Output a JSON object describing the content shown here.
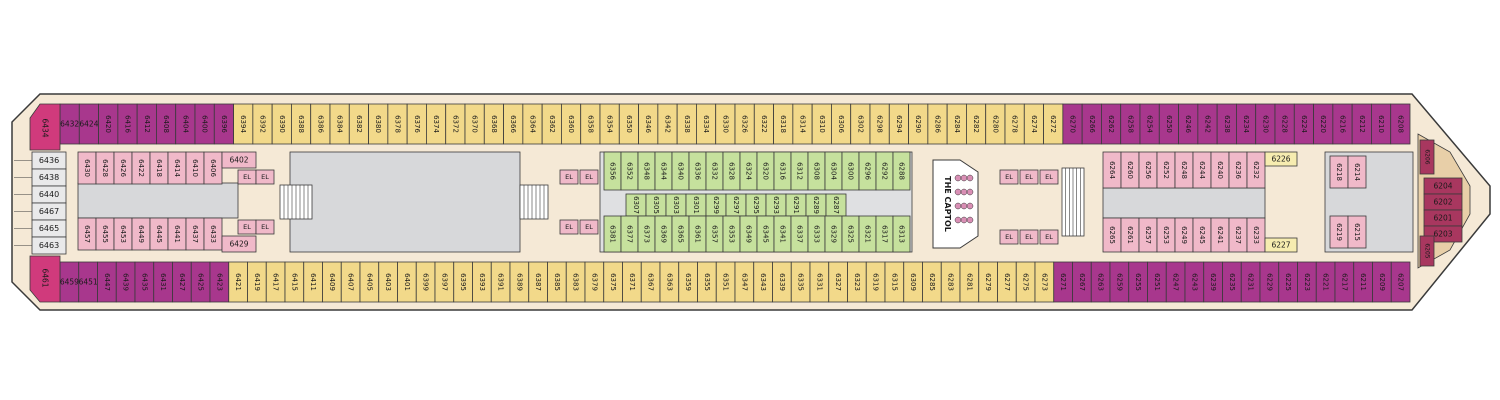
{
  "colors": {
    "hull": "#f5e9d6",
    "outline": "#3a3a3a",
    "suite": "#a8378d",
    "balcony": "#f2d98a",
    "interior": "#f0b9c9",
    "oceanview_mid": "#c6e19d",
    "bow_suite": "#a8375f",
    "service": "#dfe0e2",
    "gray_block": "#d7d8da",
    "aft_label": "#e9e9ea",
    "elevator": "#f0b9c9"
  },
  "venue": {
    "name": "THE CAPTOL"
  },
  "elevator_label": "EL",
  "rows": {
    "top": [
      {
        "label": "6432",
        "kind": "suite"
      },
      {
        "label": "6424",
        "kind": "suite"
      },
      {
        "label": "6420",
        "kind": "suite"
      },
      {
        "label": "6416",
        "kind": "suite"
      },
      {
        "label": "6412",
        "kind": "suite"
      },
      {
        "label": "6408",
        "kind": "suite"
      },
      {
        "label": "6404",
        "kind": "suite"
      },
      {
        "label": "6400",
        "kind": "suite"
      },
      {
        "label": "6396",
        "kind": "suite"
      },
      {
        "label": "6394",
        "kind": "balcony"
      },
      {
        "label": "6392",
        "kind": "balcony"
      },
      {
        "label": "6390",
        "kind": "balcony"
      },
      {
        "label": "6388",
        "kind": "balcony"
      },
      {
        "label": "6386",
        "kind": "balcony"
      },
      {
        "label": "6384",
        "kind": "balcony"
      },
      {
        "label": "6382",
        "kind": "balcony"
      },
      {
        "label": "6380",
        "kind": "balcony"
      },
      {
        "label": "6378",
        "kind": "balcony"
      },
      {
        "label": "6376",
        "kind": "balcony"
      },
      {
        "label": "6374",
        "kind": "balcony"
      },
      {
        "label": "6372",
        "kind": "balcony"
      },
      {
        "label": "6370",
        "kind": "balcony"
      },
      {
        "label": "6368",
        "kind": "balcony"
      },
      {
        "label": "6366",
        "kind": "balcony"
      },
      {
        "label": "6364",
        "kind": "balcony"
      },
      {
        "label": "6362",
        "kind": "balcony"
      },
      {
        "label": "6360",
        "kind": "balcony"
      },
      {
        "label": "6358",
        "kind": "balcony"
      },
      {
        "label": "6354",
        "kind": "balcony"
      },
      {
        "label": "6350",
        "kind": "balcony"
      },
      {
        "label": "6346",
        "kind": "balcony"
      },
      {
        "label": "6342",
        "kind": "balcony"
      },
      {
        "label": "6338",
        "kind": "balcony"
      },
      {
        "label": "6334",
        "kind": "balcony"
      },
      {
        "label": "6330",
        "kind": "balcony"
      },
      {
        "label": "6326",
        "kind": "balcony"
      },
      {
        "label": "6322",
        "kind": "balcony"
      },
      {
        "label": "6318",
        "kind": "balcony"
      },
      {
        "label": "6314",
        "kind": "balcony"
      },
      {
        "label": "6310",
        "kind": "balcony"
      },
      {
        "label": "6306",
        "kind": "balcony"
      },
      {
        "label": "6302",
        "kind": "balcony"
      },
      {
        "label": "6298",
        "kind": "balcony"
      },
      {
        "label": "6294",
        "kind": "balcony"
      },
      {
        "label": "6290",
        "kind": "balcony"
      },
      {
        "label": "6286",
        "kind": "balcony"
      },
      {
        "label": "6284",
        "kind": "balcony"
      },
      {
        "label": "6282",
        "kind": "balcony"
      },
      {
        "label": "6280",
        "kind": "balcony"
      },
      {
        "label": "6278",
        "kind": "balcony"
      },
      {
        "label": "6274",
        "kind": "balcony"
      },
      {
        "label": "6272",
        "kind": "balcony"
      },
      {
        "label": "6270",
        "kind": "suite"
      },
      {
        "label": "6266",
        "kind": "suite"
      },
      {
        "label": "6262",
        "kind": "suite"
      },
      {
        "label": "6258",
        "kind": "suite"
      },
      {
        "label": "6254",
        "kind": "suite"
      },
      {
        "label": "6250",
        "kind": "suite"
      },
      {
        "label": "6246",
        "kind": "suite"
      },
      {
        "label": "6242",
        "kind": "suite"
      },
      {
        "label": "6238",
        "kind": "suite"
      },
      {
        "label": "6234",
        "kind": "suite"
      },
      {
        "label": "6230",
        "kind": "suite"
      },
      {
        "label": "6228",
        "kind": "suite"
      },
      {
        "label": "6224",
        "kind": "suite"
      },
      {
        "label": "6220",
        "kind": "suite"
      },
      {
        "label": "6216",
        "kind": "suite"
      },
      {
        "label": "6212",
        "kind": "suite"
      },
      {
        "label": "6210",
        "kind": "suite"
      },
      {
        "label": "6208",
        "kind": "suite"
      }
    ],
    "bottom": [
      {
        "label": "6459",
        "kind": "suite"
      },
      {
        "label": "6451",
        "kind": "suite"
      },
      {
        "label": "6447",
        "kind": "suite"
      },
      {
        "label": "6439",
        "kind": "suite"
      },
      {
        "label": "6435",
        "kind": "suite"
      },
      {
        "label": "6431",
        "kind": "suite"
      },
      {
        "label": "6427",
        "kind": "suite"
      },
      {
        "label": "6425",
        "kind": "suite"
      },
      {
        "label": "6423",
        "kind": "suite"
      },
      {
        "label": "6421",
        "kind": "balcony"
      },
      {
        "label": "6419",
        "kind": "balcony"
      },
      {
        "label": "6417",
        "kind": "balcony"
      },
      {
        "label": "6415",
        "kind": "balcony"
      },
      {
        "label": "6411",
        "kind": "balcony"
      },
      {
        "label": "6409",
        "kind": "balcony"
      },
      {
        "label": "6407",
        "kind": "balcony"
      },
      {
        "label": "6405",
        "kind": "balcony"
      },
      {
        "label": "6403",
        "kind": "balcony"
      },
      {
        "label": "6401",
        "kind": "balcony"
      },
      {
        "label": "6399",
        "kind": "balcony"
      },
      {
        "label": "6397",
        "kind": "balcony"
      },
      {
        "label": "6395",
        "kind": "balcony"
      },
      {
        "label": "6393",
        "kind": "balcony"
      },
      {
        "label": "6391",
        "kind": "balcony"
      },
      {
        "label": "6389",
        "kind": "balcony"
      },
      {
        "label": "6387",
        "kind": "balcony"
      },
      {
        "label": "6385",
        "kind": "balcony"
      },
      {
        "label": "6383",
        "kind": "balcony"
      },
      {
        "label": "6379",
        "kind": "balcony"
      },
      {
        "label": "6375",
        "kind": "balcony"
      },
      {
        "label": "6371",
        "kind": "balcony"
      },
      {
        "label": "6367",
        "kind": "balcony"
      },
      {
        "label": "6363",
        "kind": "balcony"
      },
      {
        "label": "6359",
        "kind": "balcony"
      },
      {
        "label": "6355",
        "kind": "balcony"
      },
      {
        "label": "6351",
        "kind": "balcony"
      },
      {
        "label": "6347",
        "kind": "balcony"
      },
      {
        "label": "6343",
        "kind": "balcony"
      },
      {
        "label": "6339",
        "kind": "balcony"
      },
      {
        "label": "6335",
        "kind": "balcony"
      },
      {
        "label": "6331",
        "kind": "balcony"
      },
      {
        "label": "6327",
        "kind": "balcony"
      },
      {
        "label": "6323",
        "kind": "balcony"
      },
      {
        "label": "6319",
        "kind": "balcony"
      },
      {
        "label": "6315",
        "kind": "balcony"
      },
      {
        "label": "6309",
        "kind": "balcony"
      },
      {
        "label": "6285",
        "kind": "balcony"
      },
      {
        "label": "6283",
        "kind": "balcony"
      },
      {
        "label": "6281",
        "kind": "balcony"
      },
      {
        "label": "6279",
        "kind": "balcony"
      },
      {
        "label": "6277",
        "kind": "balcony"
      },
      {
        "label": "6275",
        "kind": "balcony"
      },
      {
        "label": "6273",
        "kind": "balcony"
      },
      {
        "label": "6271",
        "kind": "suite"
      },
      {
        "label": "6267",
        "kind": "suite"
      },
      {
        "label": "6263",
        "kind": "suite"
      },
      {
        "label": "6259",
        "kind": "suite"
      },
      {
        "label": "6255",
        "kind": "suite"
      },
      {
        "label": "6251",
        "kind": "suite"
      },
      {
        "label": "6247",
        "kind": "suite"
      },
      {
        "label": "6243",
        "kind": "suite"
      },
      {
        "label": "6239",
        "kind": "suite"
      },
      {
        "label": "6235",
        "kind": "suite"
      },
      {
        "label": "6231",
        "kind": "suite"
      },
      {
        "label": "6229",
        "kind": "suite"
      },
      {
        "label": "6225",
        "kind": "suite"
      },
      {
        "label": "6223",
        "kind": "suite"
      },
      {
        "label": "6221",
        "kind": "suite"
      },
      {
        "label": "6217",
        "kind": "suite"
      },
      {
        "label": "6211",
        "kind": "suite"
      },
      {
        "label": "6209",
        "kind": "suite"
      },
      {
        "label": "6207",
        "kind": "suite"
      }
    ]
  },
  "stern": {
    "corner_top": "6434",
    "corner_bottom": "6461",
    "labels": [
      "6436",
      "6438",
      "6440",
      "6467",
      "6465",
      "6463"
    ]
  },
  "bow": {
    "cabins": [
      "6206",
      "6204",
      "6202",
      "6201",
      "6203",
      "6205"
    ]
  },
  "blocks": {
    "aft_upper": [
      "6430",
      "6428",
      "6426",
      "6422",
      "6418",
      "6414",
      "6410",
      "6406"
    ],
    "aft_lower": [
      "6457",
      "6455",
      "6453",
      "6449",
      "6445",
      "6441",
      "6437",
      "6433"
    ],
    "aft_misc": [
      "6402",
      "6429"
    ],
    "mid_upper": [
      "6356",
      "6352",
      "6348",
      "6344",
      "6340",
      "6336",
      "6332",
      "6328",
      "6324",
      "6320",
      "6316",
      "6312",
      "6308",
      "6304",
      "6300",
      "6296",
      "6292",
      "6288"
    ],
    "mid_inner_upper": [
      "6307",
      "6305",
      "6303",
      "6301",
      "6299",
      "6297",
      "6295",
      "6293",
      "6291",
      "6289",
      "6287"
    ],
    "mid_lower": [
      "6381",
      "6377",
      "6373",
      "6369",
      "6365",
      "6361",
      "6357",
      "6353",
      "6349",
      "6345",
      "6341",
      "6337",
      "6333",
      "6329",
      "6325",
      "6321",
      "6317",
      "6313"
    ],
    "fwd_upper": [
      "6264",
      "6260",
      "6256",
      "6252",
      "6248",
      "6244",
      "6240",
      "6236",
      "6232"
    ],
    "fwd_lower": [
      "6265",
      "6261",
      "6257",
      "6253",
      "6249",
      "6245",
      "6241",
      "6237",
      "6233"
    ],
    "fwd_tags": [
      "6226",
      "6227"
    ],
    "fwd_right_upper": [
      "6218",
      "6214"
    ],
    "fwd_right_lower": [
      "6219",
      "6215"
    ]
  }
}
